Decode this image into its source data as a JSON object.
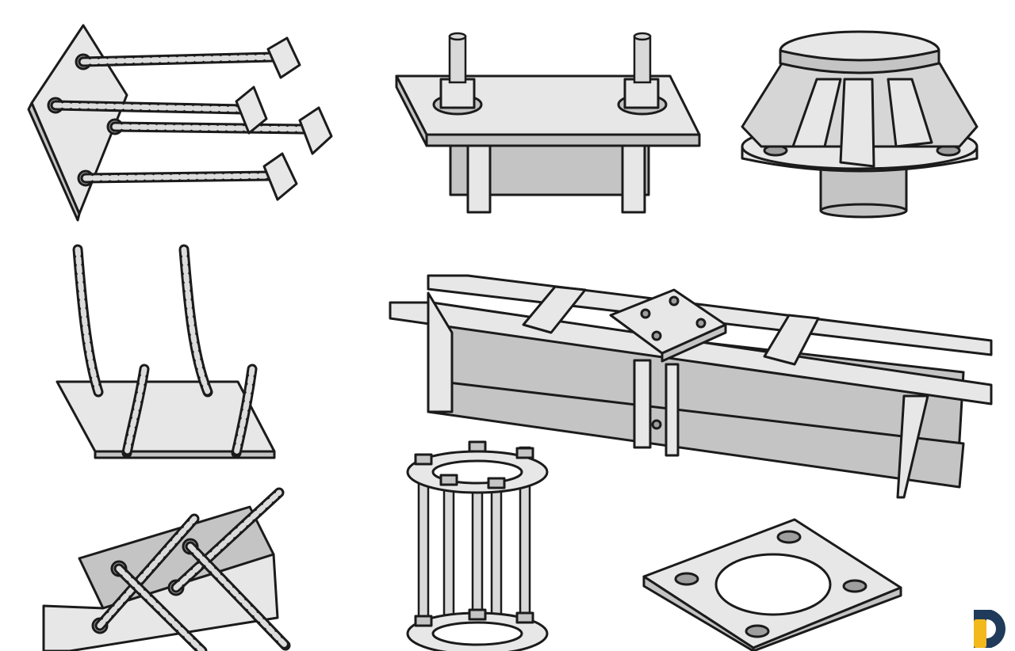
{
  "figure": {
    "background": "#ffffff",
    "line_color": "#1b1b1b",
    "fill_light": "#e7e7e7",
    "fill_dark": "#c4c4c4"
  },
  "items": [
    "embedded-plate-with-four-headed-rebar-anchors",
    "base-plate-with-two-anchor-bolts",
    "round-column-head-with-stiffener-ribs",
    "base-plate-with-bent-rebar-anchors",
    "welded-steel-beam-assembly",
    "anchor-bolt-cage-with-ring-plates",
    "angle-embed-with-crossed-rebar",
    "square-flange-plate-with-four-holes"
  ],
  "watermark": {
    "icon": "brand-logo-icon",
    "colors": [
      "#f2b81c",
      "#1f3a5a"
    ]
  }
}
